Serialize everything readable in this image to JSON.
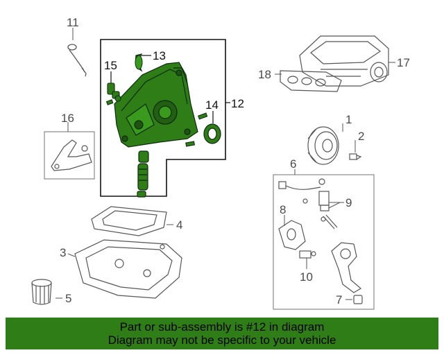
{
  "callouts": {
    "c1": "1",
    "c2": "2",
    "c3": "3",
    "c4": "4",
    "c5": "5",
    "c6": "6",
    "c7": "7",
    "c8": "8",
    "c9": "9",
    "c10": "10",
    "c11": "11",
    "c12": "12",
    "c13": "13",
    "c14": "14",
    "c15": "15",
    "c16": "16",
    "c17": "17",
    "c18": "18"
  },
  "highlight_color": "#2e7d16",
  "banner": {
    "line1": "Part or sub-assembly is #12 in diagram",
    "line2": "Diagram may not be specific to your vehicle"
  }
}
